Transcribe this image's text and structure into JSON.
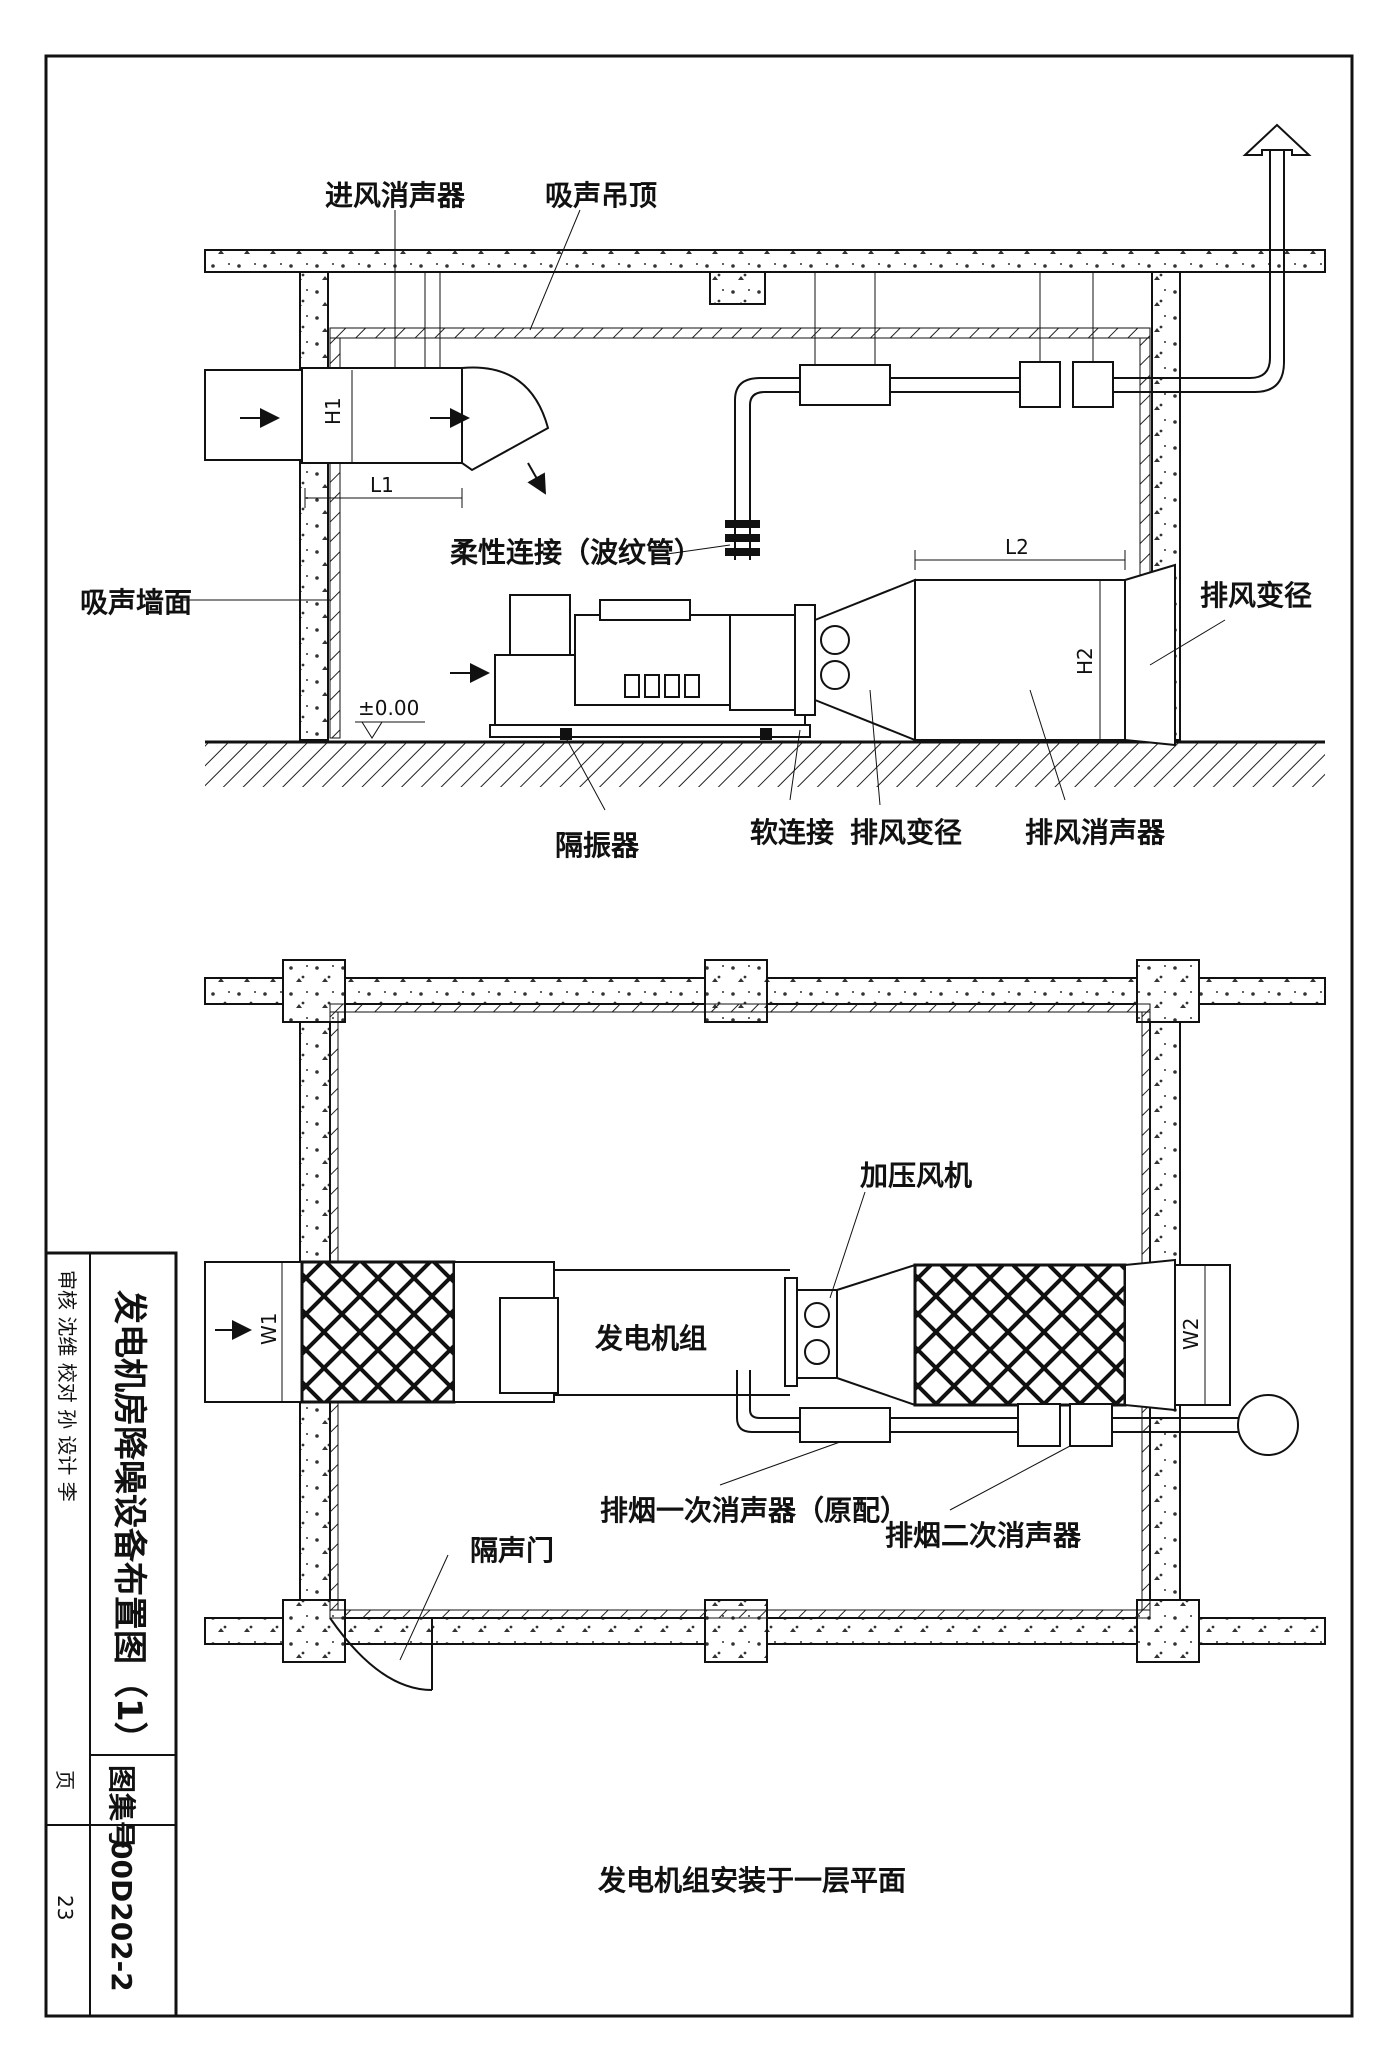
{
  "elevation": {
    "labels": {
      "inlet_silencer": "进风消声器",
      "ceiling": "吸声吊顶",
      "flex_joint": "柔性连接（波纹管）",
      "wall": "吸声墙面",
      "exhaust_transition_right": "排风变径",
      "isolator": "隔振器",
      "soft_joint": "软连接",
      "exhaust_transition": "排风变径",
      "exhaust_silencer": "排风消声器"
    },
    "dims": {
      "h1": "H1",
      "l1": "L1",
      "l2": "L2",
      "h2": "H2",
      "level": "±0.00"
    }
  },
  "plan": {
    "labels": {
      "fan": "加压风机",
      "genset": "发电机组",
      "smoke1": "排烟一次消声器（原配）",
      "smoke2": "排烟二次消声器",
      "door": "隔声门",
      "caption": "发电机组安装于一层平面"
    },
    "dims": {
      "w1": "W1",
      "w2": "W2"
    }
  },
  "title_block": {
    "title": "发电机房降噪设备布置图（1）",
    "atlas_label": "图集号",
    "atlas_no": "00D202-2",
    "page_label": "页",
    "page_no": "23",
    "sign_row": "审核 沈维 校对 孙 设计 李"
  }
}
